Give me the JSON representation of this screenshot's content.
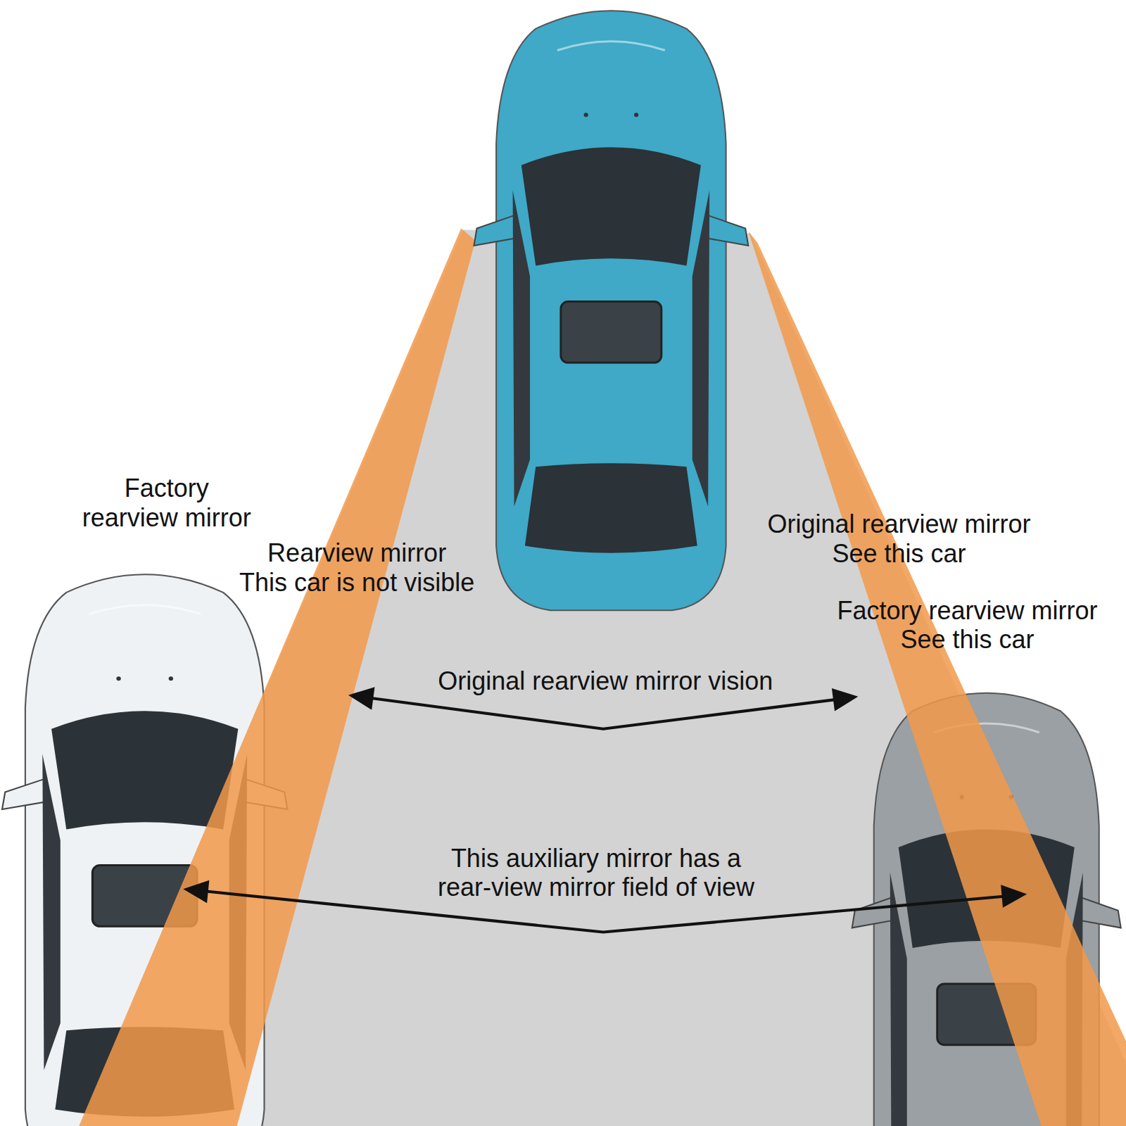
{
  "diagram": {
    "labels": [
      "Factory rearview mirror",
      "Rearview mirror This car is not visible",
      "Original rearview mirror See this car",
      "Factory rearview mirror See this car",
      "Original rearview mirror vision",
      "This auxiliary mirror has a rear-view mirror field of view"
    ]
  }
}
